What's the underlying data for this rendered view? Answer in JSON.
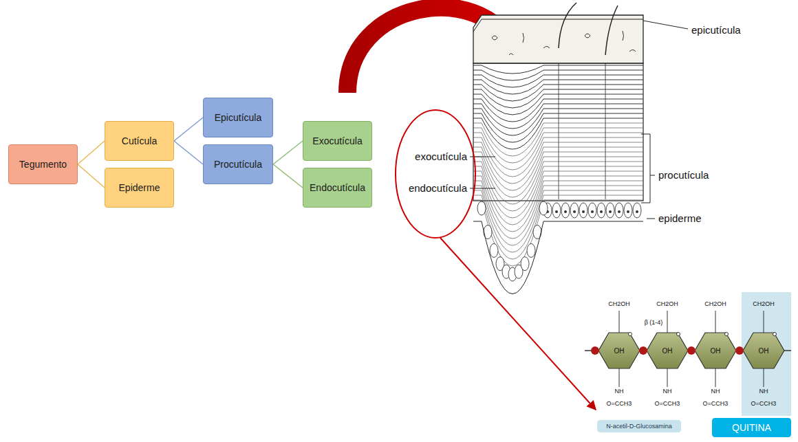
{
  "diagram": {
    "nodes": [
      {
        "text": [
          "Tegumento"
        ]
      },
      {
        "text": [
          "Cutícula"
        ]
      },
      {
        "text": [
          "Epiderme"
        ]
      },
      {
        "text": [
          "Epicutícula"
        ]
      },
      {
        "text": [
          "Procutícula"
        ]
      },
      {
        "text": [
          "Exocutícula"
        ]
      },
      {
        "text": [
          "Endocutícula"
        ]
      },
      {
        "text": [
          "N-acetil-D-Glucosamina"
        ]
      },
      {
        "text": [
          "QUITINA"
        ]
      }
    ],
    "edges": [
      {
        "from": 0,
        "to": 1,
        "arrow": "none"
      },
      {
        "from": 0,
        "to": 2,
        "arrow": "none"
      },
      {
        "from": 1,
        "to": 3,
        "arrow": "none"
      },
      {
        "from": 1,
        "to": 4,
        "arrow": "none"
      },
      {
        "from": 4,
        "to": 5,
        "arrow": "none"
      },
      {
        "from": 4,
        "to": 6,
        "arrow": "none"
      }
    ],
    "labels": [
      "epicutícula",
      "procutícula",
      "epiderme",
      "exocutícula",
      "endocutícula",
      "CH2OH",
      "CH2OH",
      "CH2OH",
      "CH2OH",
      "β (1-4)",
      "OH",
      "OH",
      "OH",
      "OH",
      "NH",
      "NH",
      "NH",
      "NH",
      "O=CCH3",
      "O=CCH3",
      "O=CCH3",
      "O=CCH3"
    ]
  }
}
